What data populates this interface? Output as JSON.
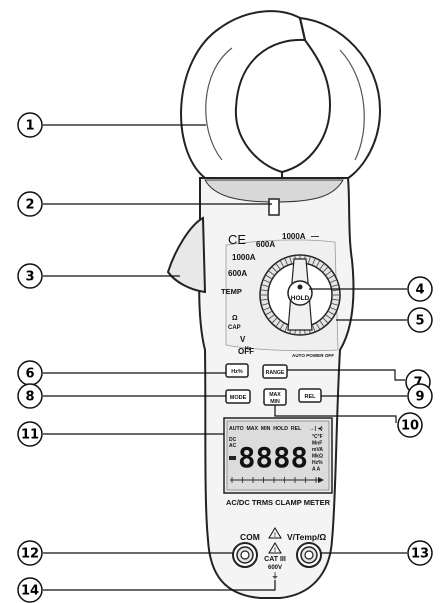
{
  "callouts": [
    "1",
    "2",
    "3",
    "4",
    "5",
    "6",
    "7",
    "8",
    "9",
    "10",
    "11",
    "12",
    "13",
    "14"
  ],
  "ce_mark": "CE",
  "dial": {
    "pos_1000a_dc": "1000A",
    "pos_600a_dc": "600A",
    "pos_1000a_ac": "1000A",
    "pos_600a_ac": "600A",
    "temp": "TEMP",
    "ohm_cap": "CAP",
    "volt": "V",
    "hz": "Hz",
    "off": "OFF",
    "auto_power_off": "AUTO POWER OFF",
    "hold_button": "HOLD"
  },
  "buttons": {
    "hz_pct": "Hz%",
    "range": "RANGE",
    "mode": "MODE",
    "rel": "REL",
    "max": "MAX",
    "min": "MIN"
  },
  "lcd": {
    "top_annunciators": "AUTO  MAX  MIN  HOLD  REL",
    "left_dc": "DC",
    "left_ac": "AC",
    "digits": "8888",
    "right_units": [
      "°C°F",
      "MnF",
      "mVA",
      "MkΩ",
      "Hz%",
      "A  A"
    ]
  },
  "meter_title": "AC/DC TRMS CLAMP METER",
  "terminals": {
    "com": "COM",
    "vtemp": "V/Temp/Ω",
    "cat": "CAT III",
    "volt_rating": "600V"
  }
}
